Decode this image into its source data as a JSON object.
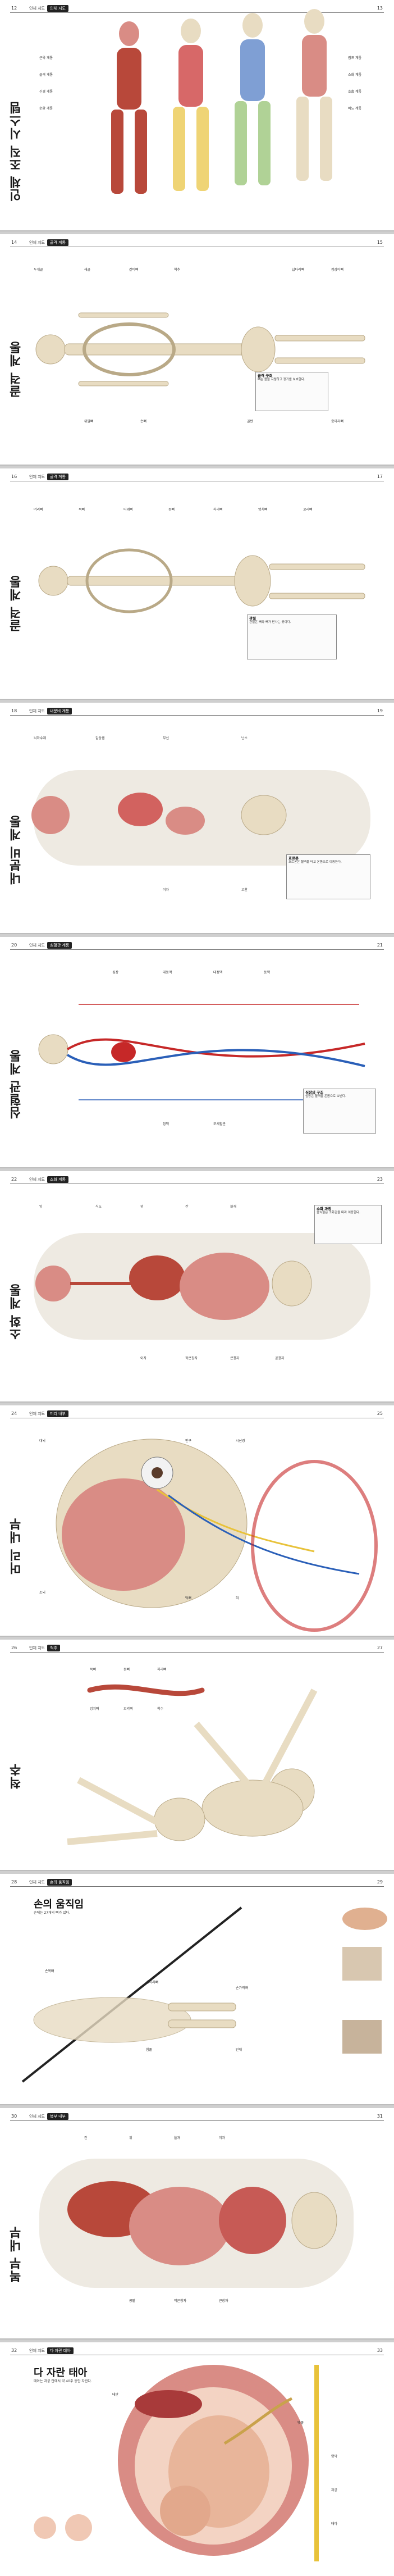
{
  "pages": [
    {
      "num_left": "12",
      "num_right": "13",
      "crumb": "인체 지도",
      "tag": "인체 지도",
      "title": "인체 조직 시스템",
      "labels": [
        "근육 계통",
        "골격 계통",
        "신경 계통",
        "순환 계통",
        "림프 계통",
        "소화 계통",
        "호흡 계통",
        "비뇨 계통"
      ]
    },
    {
      "num_left": "14",
      "num_right": "15",
      "crumb": "인체 지도",
      "tag": "골격 계통",
      "title": "골격 계통",
      "labels": [
        "두개골",
        "쇄골",
        "갈비뼈",
        "척추",
        "위팔뼈",
        "골반",
        "넙다리뼈",
        "정강이뼈",
        "종아리뼈",
        "손뼈"
      ],
      "box_title": "골격 구조",
      "box_text": "뼈는 몸을 지탱하고 장기를 보호한다."
    },
    {
      "num_left": "16",
      "num_right": "17",
      "crumb": "인체 지도",
      "tag": "골격 계통",
      "title": "골격 계통",
      "labels": [
        "머리뼈",
        "목뼈",
        "어깨뼈",
        "등뼈",
        "허리뼈",
        "엉치뼈",
        "꼬리뼈"
      ],
      "box_title": "관절",
      "box_text": "관절은 뼈와 뼈가 만나는 곳이다."
    },
    {
      "num_left": "18",
      "num_right": "19",
      "crumb": "인체 지도",
      "tag": "내분비 계통",
      "title": "내분비 계통",
      "labels": [
        "뇌하수체",
        "갑상샘",
        "부신",
        "이자",
        "난소",
        "고환"
      ],
      "box_title": "호르몬",
      "box_text": "호르몬은 혈액을 타고 온몸으로 이동한다."
    },
    {
      "num_left": "20",
      "num_right": "21",
      "crumb": "인체 지도",
      "tag": "심혈관 계통",
      "title": "심혈관 계통",
      "labels": [
        "심장",
        "대동맥",
        "대정맥",
        "동맥",
        "정맥",
        "모세혈관"
      ],
      "box_title": "심장의 구조",
      "box_text": "심장은 혈액을 온몸으로 보낸다."
    },
    {
      "num_left": "22",
      "num_right": "23",
      "crumb": "인체 지도",
      "tag": "소화 계통",
      "title": "소화 계통",
      "labels": [
        "입",
        "식도",
        "위",
        "간",
        "쓸개",
        "이자",
        "작은창자",
        "큰창자",
        "곧창자"
      ],
      "box_title": "소화 과정",
      "box_text": "음식물은 소화관을 따라 이동한다."
    },
    {
      "num_left": "24",
      "num_right": "25",
      "crumb": "인체 지도",
      "tag": "머리 내부",
      "title": "머리 내부",
      "labels": [
        "대뇌",
        "소뇌",
        "안구",
        "시신경",
        "턱뼈",
        "혀"
      ]
    },
    {
      "num_left": "26",
      "num_right": "27",
      "crumb": "인체 지도",
      "tag": "척추",
      "title": "척추",
      "labels": [
        "목뼈",
        "등뼈",
        "허리뼈",
        "엉치뼈",
        "꼬리뼈",
        "척수"
      ]
    },
    {
      "num_left": "28",
      "num_right": "29",
      "crumb": "인체 지도",
      "tag": "손의 움직임",
      "title": "손의 움직임",
      "labels": [
        "손목뼈",
        "손허리뼈",
        "손가락뼈",
        "힘줄",
        "인대"
      ],
      "intro": "손에는 27개의 뼈가 있다."
    },
    {
      "num_left": "30",
      "num_right": "31",
      "crumb": "인체 지도",
      "tag": "복부 내부",
      "title": "복부 내부",
      "labels": [
        "간",
        "위",
        "쓸개",
        "이자",
        "콩팥",
        "작은창자",
        "큰창자"
      ]
    },
    {
      "num_left": "32",
      "num_right": "33",
      "crumb": "인체 지도",
      "tag": "다 자란 태아",
      "title": "다 자란 태아",
      "labels": [
        "태반",
        "탯줄",
        "양막",
        "자궁",
        "태아"
      ],
      "intro": "태아는 자궁 안에서 약 40주 동안 자란다."
    }
  ],
  "colors": {
    "bone": "#e8dcc2",
    "muscle": "#b8483a",
    "blood_red": "#c62828",
    "vein_blue": "#2a5fb8",
    "nerve_yellow": "#e8c23a",
    "organ_pink": "#d98c85",
    "header_blue": "#3b6fb5"
  }
}
